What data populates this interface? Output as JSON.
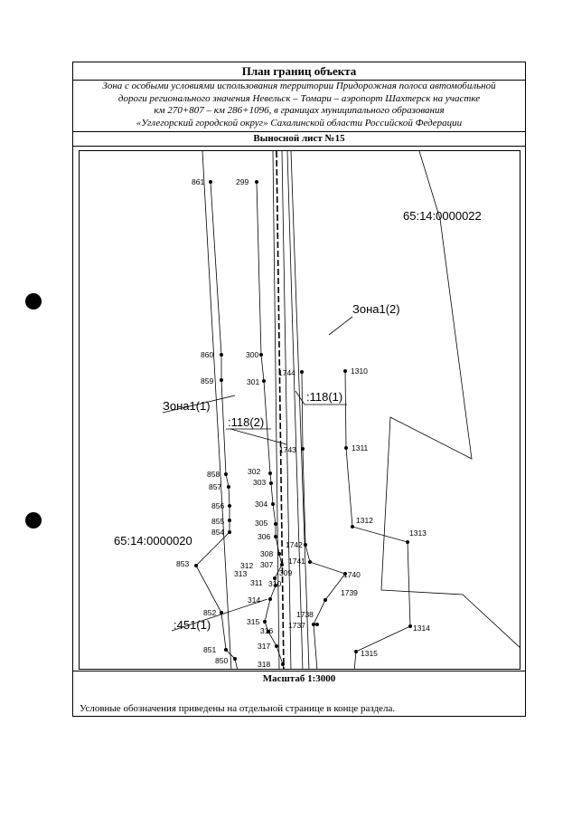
{
  "title": "План границ объекта",
  "description": [
    "Зона с особыми условиями использования территории Придорожная полоса автомобильной",
    "дороги регионального значения Невельск – Томари – аэропорт Шахтерск на участке",
    "км 270+807 – км 286+1096, в границах муниципального образования",
    "«Углегорский городской округ» Сахалинской области Российской Федерации"
  ],
  "sheet_label": "Выносной лист №15",
  "scale_label": "Масштаб 1:3000",
  "legend_note": "Условные обозначения приведены на отдельной странице в конце раздела.",
  "parcel_labels": [
    "65:14:0000022",
    "65:14:0000020"
  ],
  "zone_labels": [
    "Зона1(2)",
    "Зона1(1)",
    ":118(1)",
    ":118(2)",
    ":451(1)"
  ],
  "point_labels": {
    "p861": "861",
    "p299": "299",
    "p860": "860",
    "p300": "300",
    "p859": "859",
    "p301": "301",
    "p1744": "1744",
    "p1310": "1310",
    "p1743": "1743",
    "p1311": "1311",
    "p858": "858",
    "p302": "302",
    "p857": "857",
    "p303": "303",
    "p856": "856",
    "p304": "304",
    "p855": "855",
    "p305": "305",
    "p854": "854",
    "p306": "306",
    "p1312": "1312",
    "p1313": "1313",
    "p1742": "1742",
    "p308": "308",
    "p853": "853",
    "p312": "312",
    "p307": "307",
    "p1741": "1741",
    "p313": "313",
    "p309": "309",
    "p1740": "1740",
    "p311": "311",
    "p310": "310",
    "p1739": "1739",
    "p314": "314",
    "p852": "852",
    "p1738": "1738",
    "p315": "315",
    "p1737": "1737",
    "p316": "316",
    "p1314": "1314",
    "p317": "317",
    "p851": "851",
    "p1315": "1315",
    "p850": "850",
    "p318": "318"
  }
}
